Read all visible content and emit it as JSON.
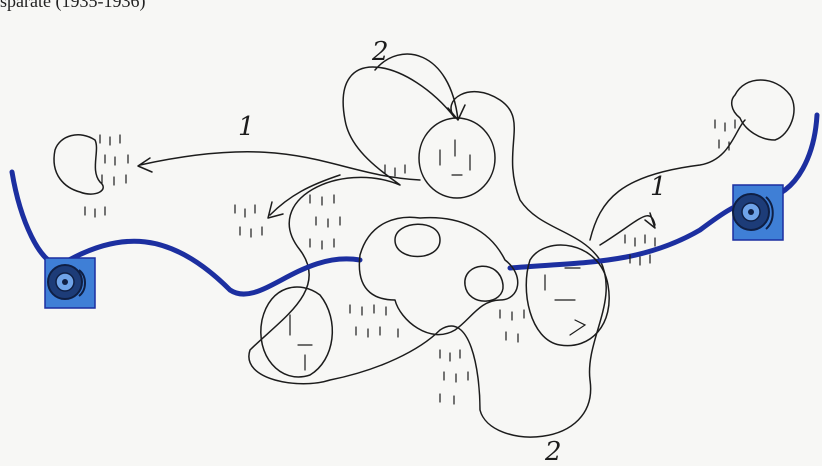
{
  "header_text": "sparate (1935-1936)",
  "labels": {
    "path_1_left": "1",
    "path_1_right": "1",
    "path_2_top": "2",
    "path_2_bottom": "2"
  },
  "colors": {
    "background": "#f7f7f5",
    "ink": "#1c1c1c",
    "road": "#1c2fa0",
    "vehicle_tile": "#3f7fd6"
  },
  "icons": {
    "vehicle_left": "tire-icon",
    "vehicle_right": "tire-icon"
  }
}
